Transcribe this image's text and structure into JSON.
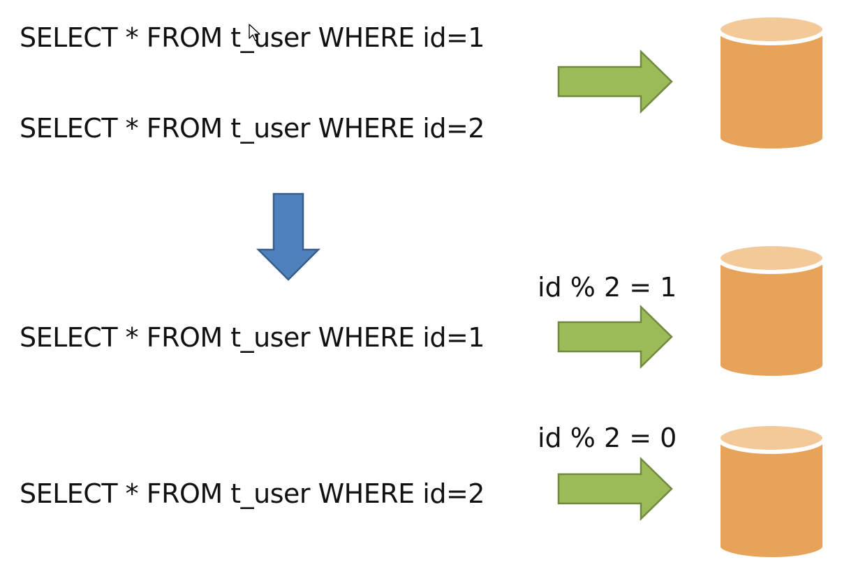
{
  "colors": {
    "green_arrow_fill": "#9bbb59",
    "green_arrow_stroke": "#71893f",
    "blue_arrow_fill": "#4f81bd",
    "blue_arrow_stroke": "#385d8a",
    "db_body": "#e8a35a",
    "db_top": "#f3c99a",
    "db_rim": "#ffffff"
  },
  "before": {
    "queries": [
      {
        "text": "SELECT * FROM t_user WHERE id=1"
      },
      {
        "text": "SELECT * FROM t_user WHERE id=2"
      }
    ]
  },
  "after": {
    "routes": [
      {
        "condition": "id % 2 = 1",
        "query": "SELECT * FROM t_user WHERE id=1"
      },
      {
        "condition": "id % 2 = 0",
        "query": "SELECT * FROM t_user WHERE id=2"
      }
    ]
  },
  "icons": {
    "cursor": "mouse-pointer-icon",
    "arrow_right": "arrow-right-icon",
    "arrow_down": "arrow-down-icon",
    "database": "database-icon"
  }
}
